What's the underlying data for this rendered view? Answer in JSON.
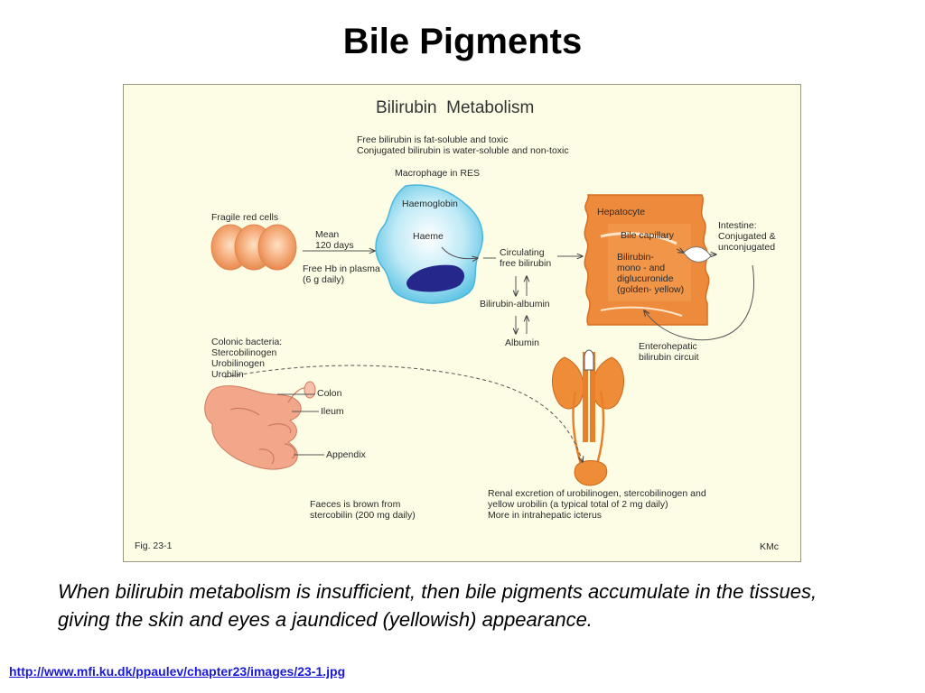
{
  "slide": {
    "title": "Bile Pigments",
    "caption": "When bilirubin metabolism is insufficient, then bile pigments accumulate in the tissues, giving the skin and eyes a jaundiced (yellowish) appearance.",
    "source_link": "http://www.mfi.ku.dk/ppaulev/chapter23/images/23-1.jpg"
  },
  "figure": {
    "title": "Bilirubin  Metabolism",
    "note": "Free bilirubin is fat-soluble and toxic\nConjugated bilirubin is water-soluble and non-toxic",
    "macrophage": "Macrophage in RES",
    "haemoglobin": "Haemoglobin",
    "haeme": "Haeme",
    "fragile_red_cells": "Fragile red cells",
    "mean_days": "Mean\n120 days",
    "free_hb": "Free Hb in plasma\n(6 g daily)",
    "circulating": "Circulating\nfree bilirubin",
    "bilirubin_albumin": "Bilirubin-albumin",
    "albumin": "Albumin",
    "hepatocyte": "Hepatocyte",
    "bile_capillary": "Bile capillary",
    "bilirubin_conj": "Bilirubin-\nmono - and\ndiglucuronide\n(golden- yellow)",
    "intestine": "Intestine:\nConjugated &\nunconjugated",
    "enterohepatic": "Enterohepatic\nbilirubin circuit",
    "colonic_bacteria": "Colonic bacteria:\nStercobilinogen\nUrobilinogen\nUrobilin",
    "colon": "Colon",
    "ileum": "Ileum",
    "appendix": "Appendix",
    "faeces": "Faeces is brown from\nstercobilin (200 mg daily)",
    "renal": "Renal excretion of urobilinogen, stercobilinogen and\nyellow urobilin (a typical total of 2 mg daily)\nMore in intrahepatic icterus",
    "fig_label": "Fig. 23-1",
    "credit": "KMc"
  }
}
